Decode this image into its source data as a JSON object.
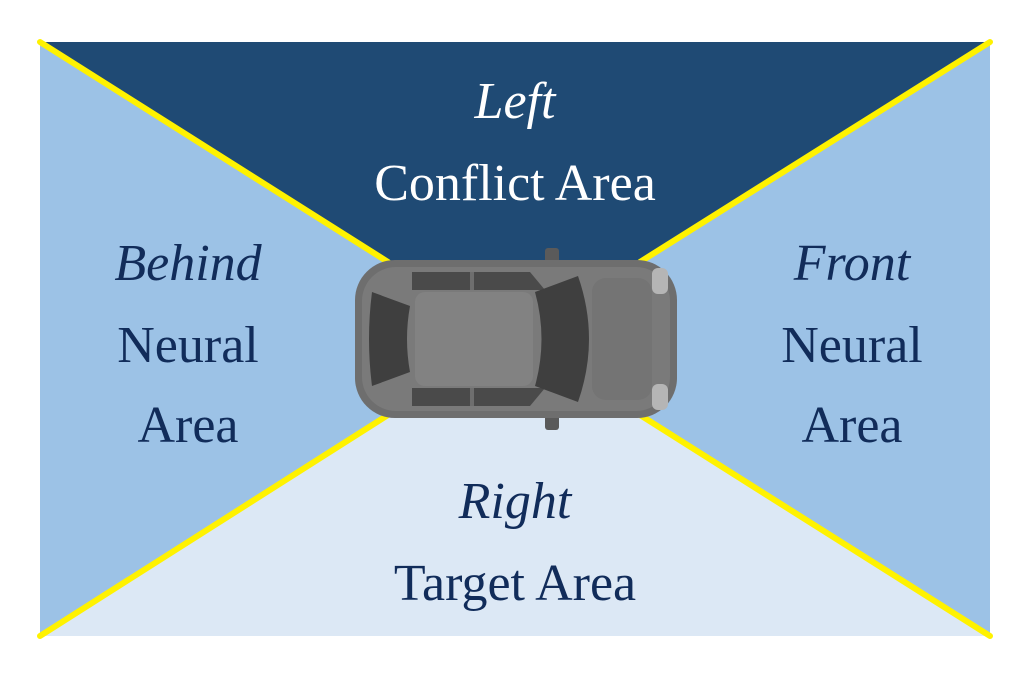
{
  "diagram": {
    "colors": {
      "left_zone": "#1f4a74",
      "behind_zone": "#9cc2e6",
      "front_zone": "#9cc2e6",
      "right_zone": "#dce8f5",
      "boundary_lines": "#fff200",
      "dark_text": "#112c5a",
      "light_text": "#ffffff",
      "car_body": "#6e6e6e",
      "car_glass": "#3f3f3f"
    },
    "zones": {
      "left": {
        "direction": "Left",
        "name": "Conflict Area"
      },
      "behind": {
        "direction": "Behind",
        "name_line1": "Neural",
        "name_line2": "Area"
      },
      "front": {
        "direction": "Front",
        "name_line1": "Neural",
        "name_line2": "Area"
      },
      "right": {
        "direction": "Right",
        "name": "Target Area"
      }
    },
    "car_icon": "car-top-view-icon"
  }
}
